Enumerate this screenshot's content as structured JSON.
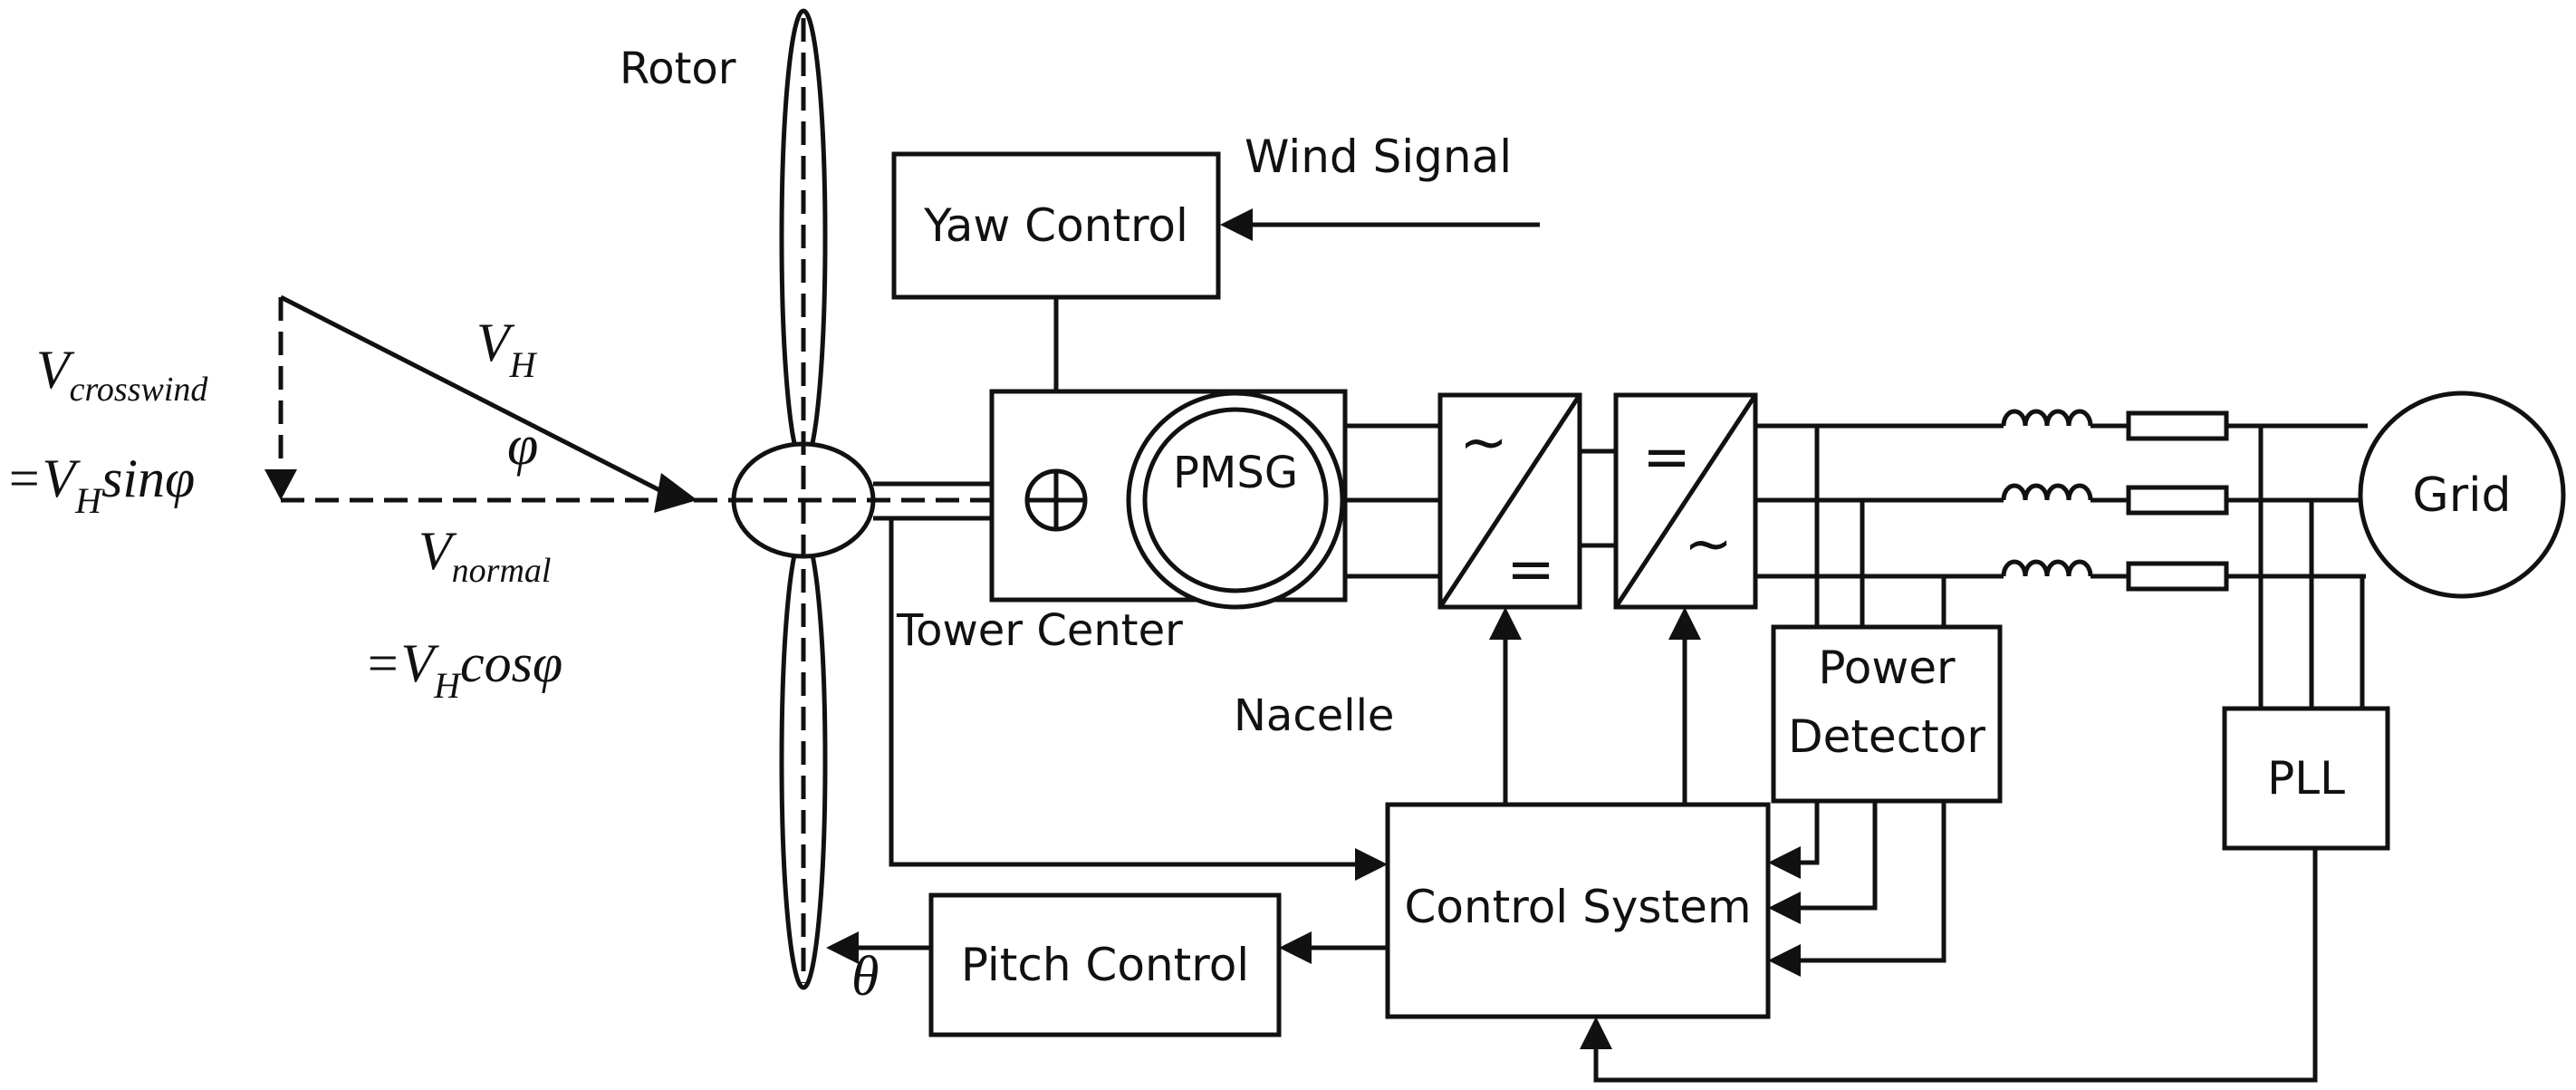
{
  "blocks": {
    "rotor": "Rotor",
    "wind_signal": "Wind Signal",
    "yaw_control": "Yaw Control",
    "pmsg": "PMSG",
    "tower_center": "Tower Center",
    "nacelle": "Nacelle",
    "converter1_top": "~",
    "converter1_bottom": "=",
    "converter2_top": "=",
    "converter2_bottom": "~",
    "power_detector_line1": "Power",
    "power_detector_line2": "Detector",
    "grid": "Grid",
    "pll": "PLL",
    "control_system": "Control System",
    "pitch_control": "Pitch Control",
    "theta": "θ"
  },
  "vectors": {
    "vh_base": "V",
    "vh_sub": "H",
    "phi": "φ",
    "crosswind_base": "V",
    "crosswind_sub": "crosswind",
    "crosswind_eq_prefix": "=V",
    "crosswind_eq_sub": "H",
    "crosswind_eq_suffix": "sinφ",
    "normal_base": "V",
    "normal_sub": "normal",
    "normal_eq_prefix": "=V",
    "normal_eq_sub": "H",
    "normal_eq_suffix": "cosφ"
  }
}
